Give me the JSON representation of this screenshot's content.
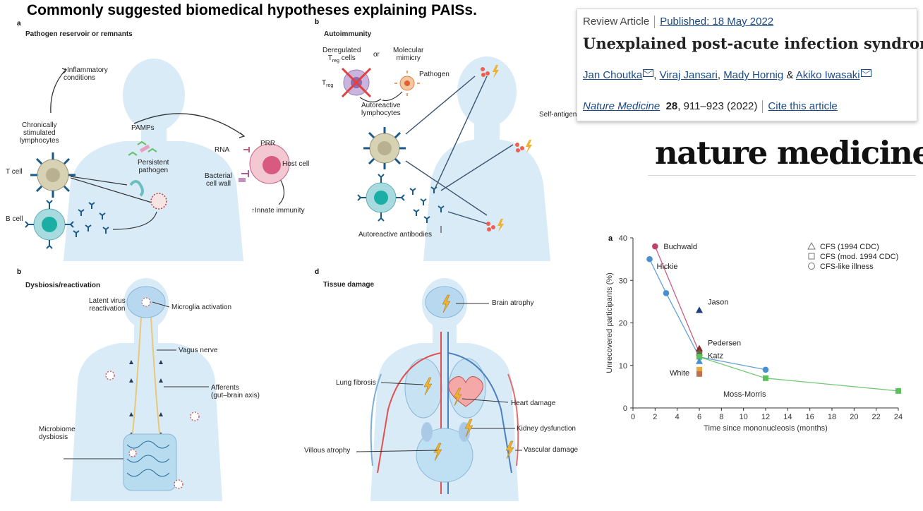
{
  "slide_title": "Commonly suggested biomedical hypotheses explaining PAISs.",
  "panels": {
    "a": {
      "letter": "a",
      "heading": "Pathogen reservoir or remnants",
      "labels": {
        "inflammatory": "↑Inflammatory\nconditions",
        "chronic": "Chronically\nstimulated\nlymphocytes",
        "pamps": "PAMPs",
        "persistent": "Persistent\npathogen",
        "rna": "RNA",
        "prr": "PRR",
        "host": "Host cell",
        "bacterial": "Bacterial\ncell wall",
        "innate": "↑Innate immunity",
        "tcell": "T cell",
        "bcell": "B cell"
      }
    },
    "b_auto": {
      "letter": "b",
      "heading": "Autoimmunity",
      "labels": {
        "dereg": "Deregulated\nT",
        "dereg_sub": "reg",
        "dereg_tail": " cells",
        "or": "or",
        "mimicry": "Molecular\nmimicry",
        "pathogen": "Pathogen",
        "treg": "T",
        "treg_sub": "reg",
        "autolymph": "Autoreactive\nlymphocytes",
        "selfantigen": "Self-antigen",
        "antibodies": "Autoreactive antibodies"
      }
    },
    "b_dys": {
      "letter": "b",
      "heading": "Dysbiosis/reactivation",
      "labels": {
        "latent": "Latent virus\nreactivation",
        "microglia": "Microglia activation",
        "vagus": "Vagus nerve",
        "afferents": "Afferents\n(gut–brain axis)",
        "microbiome": "Microbiome\ndysbiosis"
      }
    },
    "d": {
      "letter": "d",
      "heading": "Tissue damage",
      "labels": {
        "brain": "Brain atrophy",
        "lung": "Lung fibrosis",
        "heart": "Heart damage",
        "kidney": "Kidney dysfunction",
        "villous": "Villous atrophy",
        "vascular": "Vascular damage"
      }
    }
  },
  "article": {
    "type": "Review Article",
    "published": "Published: 18 May 2022",
    "title": "Unexplained post-acute infection syndromes",
    "authors": [
      "Jan Choutka",
      "Viraj Jansari",
      "Mady Hornig",
      "Akiko Iwasaki"
    ],
    "amp": "&",
    "journal": "Nature Medicine",
    "volume": "28",
    "pages": ", 911–923 (2022)",
    "cite": "Cite this article"
  },
  "logo": "nature medicine",
  "chart_data": {
    "type": "scatter",
    "panel_letter": "a",
    "xlabel": "Time since mononucleosis (months)",
    "ylabel": "Unrecovered participants (%)",
    "xlim": [
      0,
      24
    ],
    "ylim": [
      0,
      40
    ],
    "xticks": [
      0,
      2,
      4,
      6,
      8,
      10,
      12,
      14,
      16,
      18,
      20,
      22,
      24
    ],
    "yticks": [
      0,
      10,
      20,
      30,
      40
    ],
    "legend": {
      "placement": "top-right",
      "entries": [
        "CFS (1994 CDC)",
        "CFS (mod. 1994 CDC)",
        "CFS-like illness"
      ]
    },
    "series": [
      {
        "name": "Buchwald",
        "color": "#c2416b",
        "marker": "circle",
        "x": [
          2,
          6
        ],
        "y": [
          38,
          13
        ]
      },
      {
        "name": "Hickie",
        "color": "#4a8fd0",
        "marker": "circle",
        "x": [
          1.5,
          3,
          6,
          12
        ],
        "y": [
          35,
          27,
          12,
          9
        ]
      },
      {
        "name": "Jason",
        "color": "#1f3f80",
        "marker": "triangle",
        "x": [
          6
        ],
        "y": [
          23
        ]
      },
      {
        "name": "Pedersen",
        "color": "#8b2a2a",
        "marker": "triangle",
        "x": [
          6
        ],
        "y": [
          14
        ]
      },
      {
        "name": "Katz",
        "color": "#4a7a3a",
        "marker": "triangle",
        "x": [
          6
        ],
        "y": [
          13
        ]
      },
      {
        "name": "White",
        "color": "#e8a93a",
        "marker": "square",
        "x": [
          6
        ],
        "y": [
          9
        ]
      },
      {
        "name": "Moss-Morris",
        "color": "#c07050",
        "marker": "square",
        "x": [
          6
        ],
        "y": [
          8
        ]
      },
      {
        "name": "",
        "color": "#5cc05c",
        "marker": "square",
        "x": [
          6,
          12,
          24
        ],
        "y": [
          12,
          7,
          4
        ]
      },
      {
        "name": "",
        "color": "#4a8fd0",
        "marker": "triangle",
        "x": [
          6
        ],
        "y": [
          11
        ]
      }
    ]
  }
}
